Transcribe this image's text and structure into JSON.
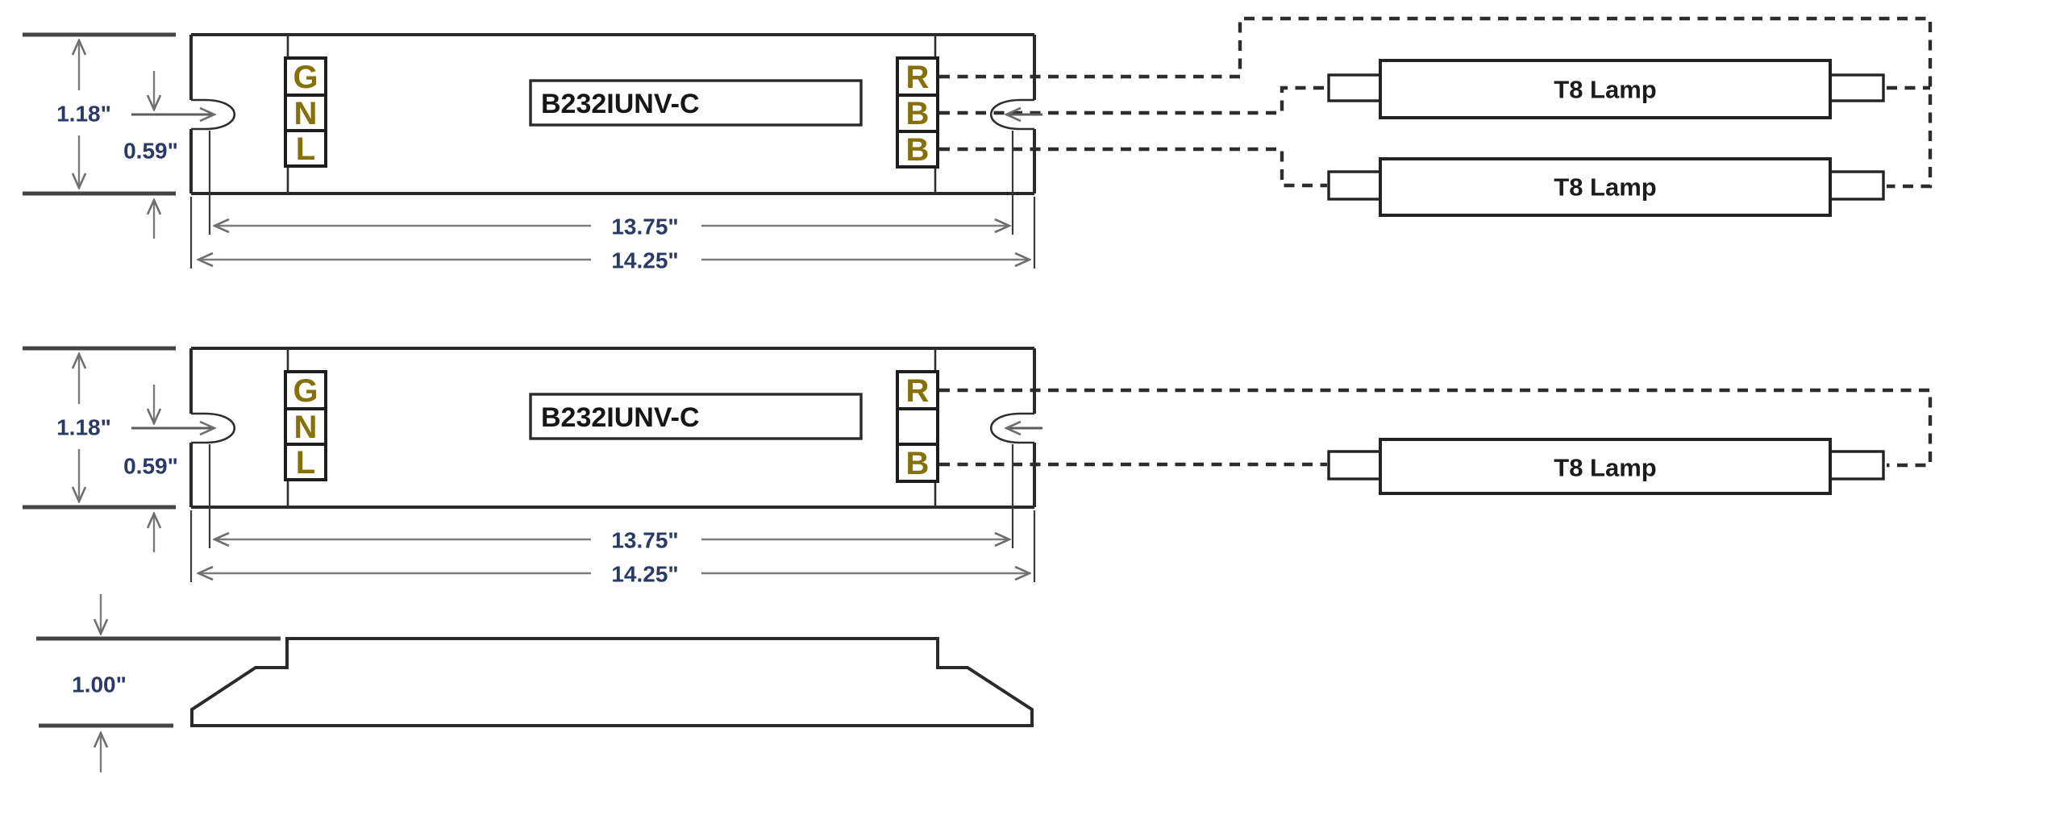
{
  "colors": {
    "background": "#ffffff",
    "object_line": "#2a2a2a",
    "dimension_line": "#7b7b7b",
    "dimension_text": "#2b3a64",
    "terminal_text": "#85700a",
    "model_text": "#161616",
    "lamp_text": "#1c1c1c",
    "wire_dashed": "#2d2d2d"
  },
  "top_diagram": {
    "ballast": {
      "model": "B232IUNV-C",
      "left_terminals": [
        "G",
        "N",
        "L"
      ],
      "right_terminals": [
        "R",
        "B",
        "B"
      ]
    },
    "lamps": [
      {
        "label": "T8 Lamp"
      },
      {
        "label": "T8 Lamp"
      }
    ],
    "dimensions": {
      "case_height": "1.18\"",
      "slot_center_height": "0.59\"",
      "mounting_slot_spacing": "13.75\"",
      "overall_length": "14.25\""
    }
  },
  "middle_diagram": {
    "ballast": {
      "model": "B232IUNV-C",
      "left_terminals": [
        "G",
        "N",
        "L"
      ],
      "right_terminals": [
        "R",
        "",
        "B"
      ]
    },
    "lamps": [
      {
        "label": "T8 Lamp"
      }
    ],
    "dimensions": {
      "case_height": "1.18\"",
      "slot_center_height": "0.59\"",
      "mounting_slot_spacing": "13.75\"",
      "overall_length": "14.25\""
    }
  },
  "profile_view": {
    "dimensions": {
      "case_depth": "1.00\""
    }
  }
}
